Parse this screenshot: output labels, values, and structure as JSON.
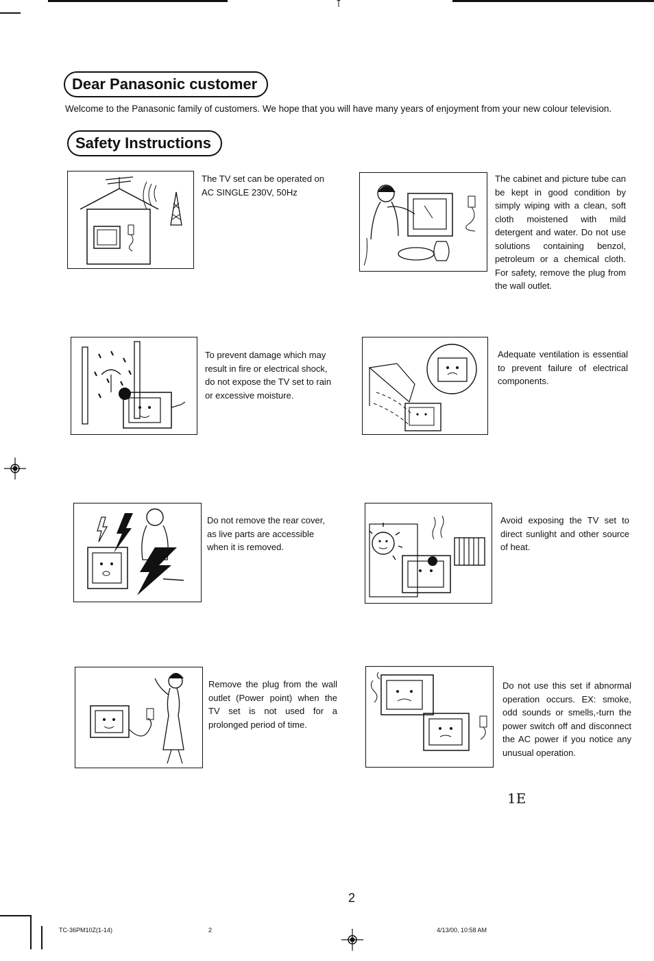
{
  "headings": {
    "dear": "Dear Panasonic customer",
    "safety": "Safety Instructions"
  },
  "welcome": "Welcome to the Panasonic family of customers. We hope that you will have many years of enjoyment from your new colour television.",
  "instructions": [
    {
      "text": "The TV set can be operated on AC SINGLE 230V, 50Hz",
      "illustration": "house-antenna-tv"
    },
    {
      "text": "The cabinet and picture tube can be kept in good condition by simply wiping with a clean, soft cloth moistened with mild detergent and water. Do not use solutions containing benzol, petroleum or a chemical cloth. For safety, remove the plug from the wall outlet.",
      "illustration": "woman-cleaning-tv"
    },
    {
      "text": "To prevent damage which may result in fire or electrical shock, do not expose the TV set to rain or excessive moisture.",
      "illustration": "tv-in-rain"
    },
    {
      "text": "Adequate ventilation is essential to prevent failure of electrical components.",
      "illustration": "tv-ventilation"
    },
    {
      "text": "Do not remove the rear cover, as live parts are accessible when it is removed.",
      "illustration": "man-opening-tv-shock"
    },
    {
      "text": "Avoid exposing the TV set to direct sunlight and other source of heat.",
      "illustration": "tv-sun-heater"
    },
    {
      "text": "Remove the plug from the wall outlet (Power point) when the TV set is not used for a prolonged period of time.",
      "illustration": "woman-unplugging-tv"
    },
    {
      "text": "Do not use this set if abnormal operation occurs. EX: smoke, odd sounds or smells,-turn the power switch off and disconnect the AC power if you notice any unusual operation.",
      "illustration": "tv-abnormal-operation"
    }
  ],
  "page_number": "2",
  "handwritten": "1E",
  "footer": {
    "model": "TC-36PM10Z(1-14)",
    "page": "2",
    "timestamp": "4/13/00, 10:58 AM"
  }
}
